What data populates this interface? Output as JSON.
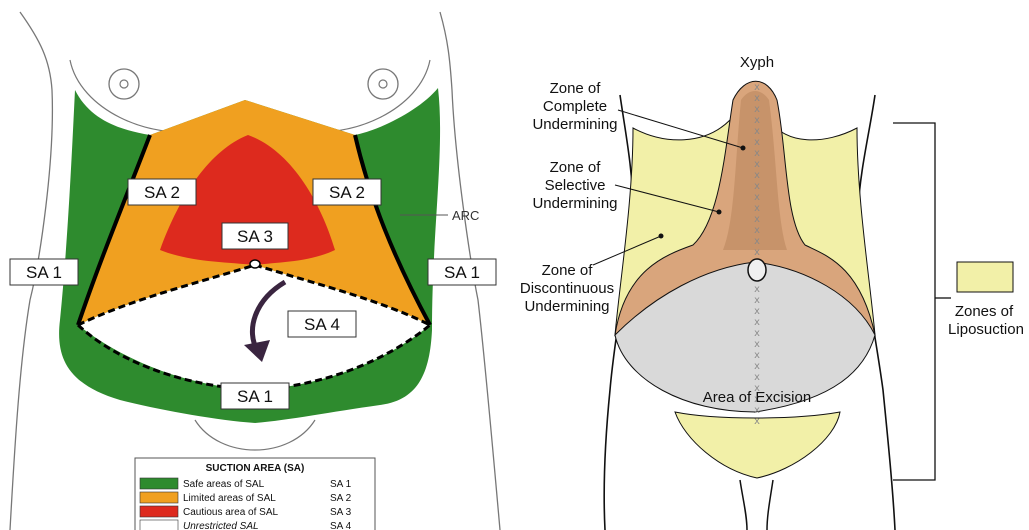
{
  "left_diagram": {
    "labels": {
      "sa2_left": "SA 2",
      "sa2_right": "SA 2",
      "sa3": "SA 3",
      "sa1_left": "SA 1",
      "sa1_right": "SA 1",
      "sa1_bottom": "SA 1",
      "sa4": "SA 4",
      "arc": "ARC"
    },
    "legend": {
      "title": "SUCTION AREA (SA)",
      "items": [
        {
          "text": "Safe areas of SAL",
          "code": "SA 1",
          "color": "#2e8b2e"
        },
        {
          "text": "Limited areas of SAL",
          "code": "SA 2",
          "color": "#f0a020"
        },
        {
          "text": "Cautious area of SAL",
          "code": "SA 3",
          "color": "#dd2a1e"
        },
        {
          "text": "Unrestricted SAL",
          "code": "SA 4",
          "color": "#ffffff"
        }
      ]
    },
    "colors": {
      "green": "#2e8b2e",
      "orange": "#f0a020",
      "red": "#dd2a1e"
    }
  },
  "right_diagram": {
    "labels": {
      "xyph": "Xyph",
      "complete_1": "Zone of",
      "complete_2": "Complete",
      "complete_3": "Undermining",
      "selective_1": "Zone of",
      "selective_2": "Selective",
      "selective_3": "Undermining",
      "discontinuous_1": "Zone of",
      "discontinuous_2": "Discontinuous",
      "discontinuous_3": "Undermining",
      "excision": "Area of Excision",
      "liposuction_1": "Zones of",
      "liposuction_2": "Liposuction"
    },
    "colors": {
      "yellow": "#f2f0a8",
      "tan": "#d9a57c",
      "gray": "#d9d9d9"
    }
  }
}
